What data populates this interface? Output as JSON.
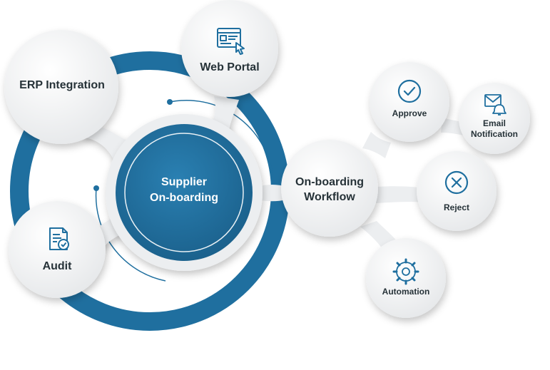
{
  "diagram": {
    "center": {
      "line1": "Supplier",
      "line2": "On-boarding"
    },
    "nodes": {
      "web_portal": "Web Portal",
      "erp_integration": "ERP Integration",
      "audit": "Audit",
      "workflow": {
        "line1": "On-boarding",
        "line2": "Workflow"
      },
      "approve": "Approve",
      "email": {
        "line1": "Email",
        "line2": "Notification"
      },
      "reject": "Reject",
      "automation": "Automation"
    },
    "icons": {
      "web_portal": "web-portal-icon",
      "audit": "audit-icon",
      "approve": "checkmark-icon",
      "email": "email-bell-icon",
      "reject": "close-icon",
      "automation": "gear-icon"
    },
    "colors": {
      "primary": "#1f6f9f",
      "node_fill": "#f2f3f4",
      "text": "#263238",
      "center_text": "#ffffff"
    }
  }
}
